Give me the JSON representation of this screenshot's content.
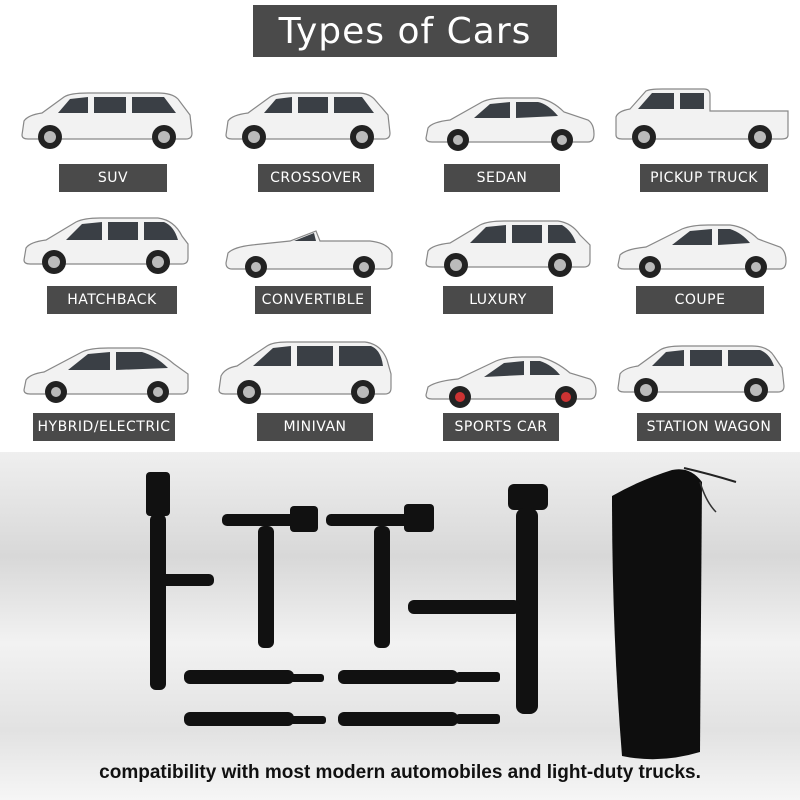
{
  "title": "Types of Cars",
  "cars": [
    {
      "label": "SUV",
      "icon": "suv-icon"
    },
    {
      "label": "CROSSOVER",
      "icon": "crossover-icon"
    },
    {
      "label": "SEDAN",
      "icon": "sedan-icon"
    },
    {
      "label": "PICKUP TRUCK",
      "icon": "pickup-truck-icon"
    },
    {
      "label": "HATCHBACK",
      "icon": "hatchback-icon"
    },
    {
      "label": "CONVERTIBLE",
      "icon": "convertible-icon"
    },
    {
      "label": "LUXURY",
      "icon": "luxury-icon"
    },
    {
      "label": "COUPE",
      "icon": "coupe-icon"
    },
    {
      "label": "HYBRID/ELECTRIC",
      "icon": "hybrid-electric-icon"
    },
    {
      "label": "MINIVAN",
      "icon": "minivan-icon"
    },
    {
      "label": "SPORTS CAR",
      "icon": "sports-car-icon"
    },
    {
      "label": "STATION WAGON",
      "icon": "station-wagon-icon"
    }
  ],
  "tagline": "compatibility with most modern automobiles and light-duty trucks.",
  "colors": {
    "label_bg": "#4a4a4a",
    "car_body": "#f2f2f2",
    "tire": "#222222"
  }
}
